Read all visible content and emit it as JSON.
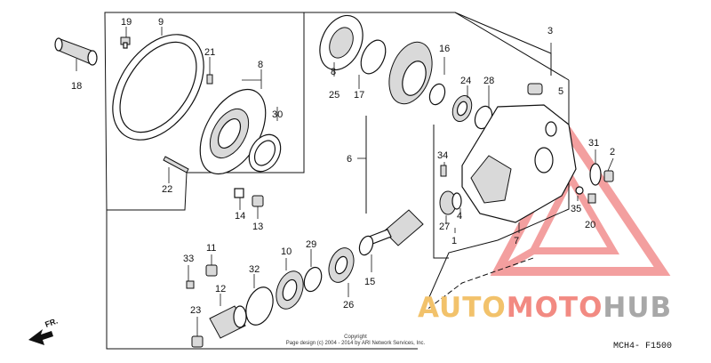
{
  "part_labels": {
    "p1": "1",
    "p2": "2",
    "p3": "3",
    "p4": "4",
    "p5": "5",
    "p6": "6",
    "p7": "7",
    "p8a": "8",
    "p8b": "8",
    "p9": "9",
    "p10": "10",
    "p11": "11",
    "p12": "12",
    "p13": "13",
    "p14": "14",
    "p15": "15",
    "p16": "16",
    "p17": "17",
    "p18": "18",
    "p19": "19",
    "p20": "20",
    "p21": "21",
    "p22": "22",
    "p23": "23",
    "p24": "24",
    "p25": "25",
    "p26": "26",
    "p27": "27",
    "p28": "28",
    "p29": "29",
    "p30": "30",
    "p31": "31",
    "p32": "32",
    "p33": "33",
    "p34": "34",
    "p35": "35"
  },
  "copyright_line1": "Copyright",
  "copyright_line2": "Page design (c) 2004 - 2014 by ARI Network Services, Inc.",
  "diagram_code": "MCH4- F1500",
  "front_arrow_label": "FR.",
  "watermark": {
    "auto": "AUTO",
    "moto": "MOTO",
    "hub": "HUB",
    "auto_color": "#f2c26b",
    "moto_color": "#f28a82",
    "hub_color": "#a8a8a8",
    "triangle_color": "#f08080"
  }
}
